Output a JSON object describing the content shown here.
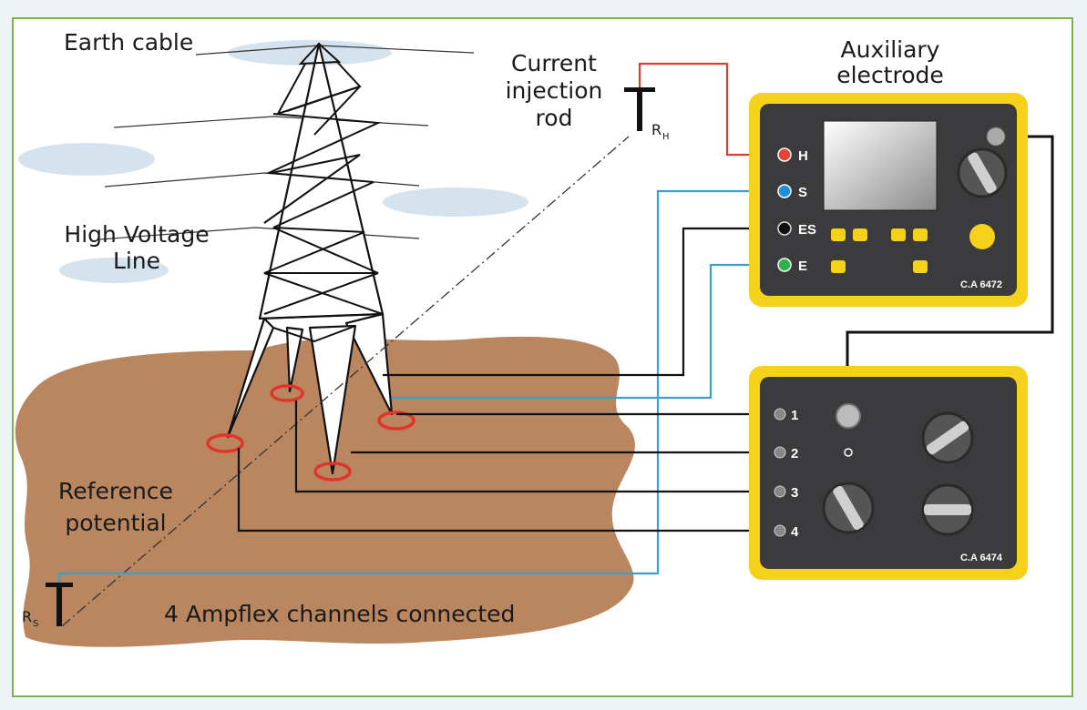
{
  "labels": {
    "earth_cable": "Earth cable",
    "hv_line_1": "High Voltage",
    "hv_line_2": "Line",
    "current_rod_1": "Current",
    "current_rod_2": "injection",
    "current_rod_3": "rod",
    "rh_main": "R",
    "rh_sub": "H",
    "aux_1": "Auxiliary",
    "aux_2": "electrode",
    "ref_1": "Reference",
    "ref_2": "potential",
    "rs_main": "R",
    "rs_sub": "S",
    "caption": "4 Ampflex channels connected"
  },
  "device_top": {
    "model": "C.A 6472",
    "terminals": [
      {
        "label": "H",
        "color": "#e8432f"
      },
      {
        "label": "S",
        "color": "#1e8fd6"
      },
      {
        "label": "ES",
        "color": "#111111"
      },
      {
        "label": "E",
        "color": "#2eb04a"
      }
    ]
  },
  "device_bottom": {
    "model": "C.A 6474",
    "terminals": [
      "1",
      "2",
      "3",
      "4"
    ]
  },
  "colors": {
    "soil": "#b9865f",
    "device_frame": "#f4d21b",
    "device_body": "#3b3b3d",
    "wire_red": "#d8412f",
    "wire_blue": "#3aa0cf",
    "wire_black": "#111111",
    "clamp_red": "#e0352b",
    "border_green": "#7fb24a"
  }
}
